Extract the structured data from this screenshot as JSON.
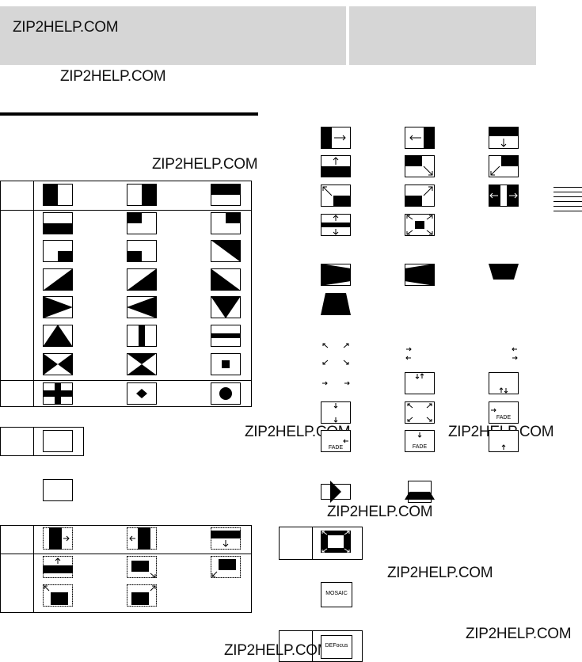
{
  "watermark": "ZIP2HELP.COM",
  "header": {
    "left_title": "ZIP2HELP.COM",
    "right_title": ""
  },
  "labels": {
    "fade": "FADE",
    "mosaic": "MOSAIC",
    "defocus": "DEFocus"
  }
}
